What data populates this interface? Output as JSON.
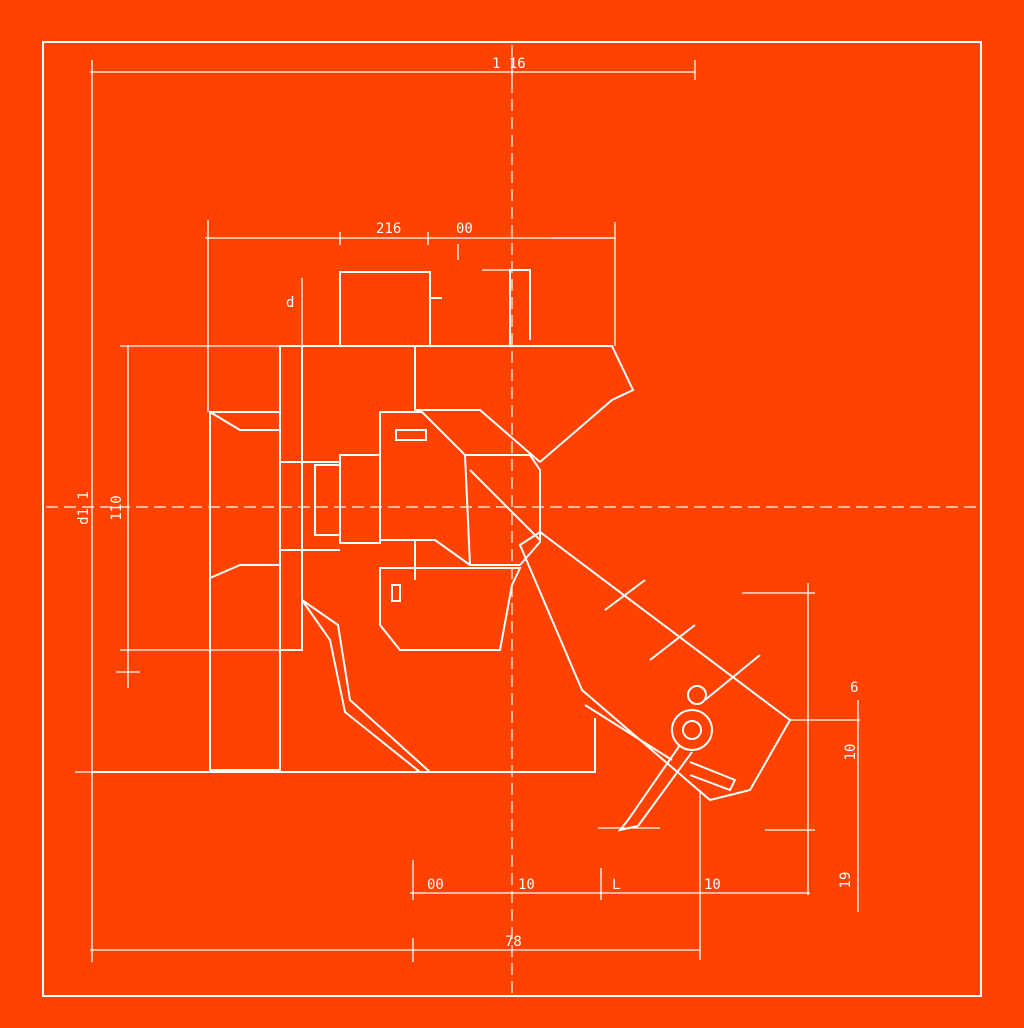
{
  "colors": {
    "background": "#ff4200",
    "linework": "#ffffff"
  },
  "dimensions": {
    "top_overall": "1 16",
    "upper_left": "216",
    "upper_mid": "00",
    "left_tag": "d",
    "outer_left": "d1 1",
    "inner_left": "110",
    "right_top": "6",
    "right_mid": "10",
    "right_bottom": "19",
    "bottom_a": "00",
    "bottom_b": "10",
    "bottom_c": "L",
    "bottom_d": "10",
    "bottom_total": "78"
  }
}
